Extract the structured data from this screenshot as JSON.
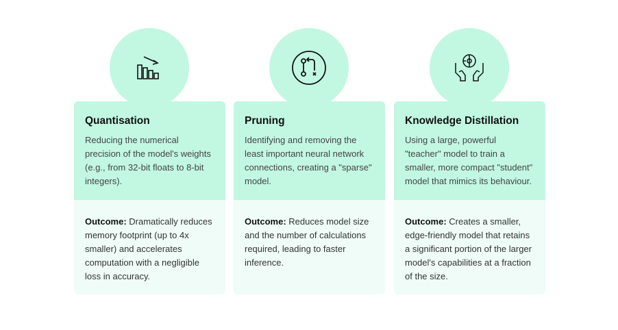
{
  "cards": [
    {
      "icon": "chart-decrease-icon",
      "title": "Quantisation",
      "description": "Reducing the numerical precision of the model's weights (e.g., from 32-bit floats to 8-bit integers).",
      "outcome_label": "Outcome:",
      "outcome": " Dramatically reduces memory footprint (up to 4x smaller) and accelerates computation with a negligible loss in accuracy."
    },
    {
      "icon": "pruning-branch-icon",
      "title": "Pruning",
      "description": "Identifying and removing the least important neural network connections, creating a \"sparse\" model.",
      "outcome_label": "Outcome:",
      "outcome": " Reduces model size and the number of calculations required, leading to faster inference."
    },
    {
      "icon": "brain-hands-icon",
      "title": "Knowledge Distillation",
      "description": "Using a large, powerful \"teacher\" model to train a smaller, more compact \"student\" model that mimics its behaviour.",
      "outcome_label": "Outcome:",
      "outcome": " Creates a smaller, edge-friendly model that retains a significant portion of the larger model's capabilities at a fraction of the size."
    }
  ],
  "colors": {
    "card_top": "#c2f7e1",
    "card_bottom": "#effcf7"
  }
}
